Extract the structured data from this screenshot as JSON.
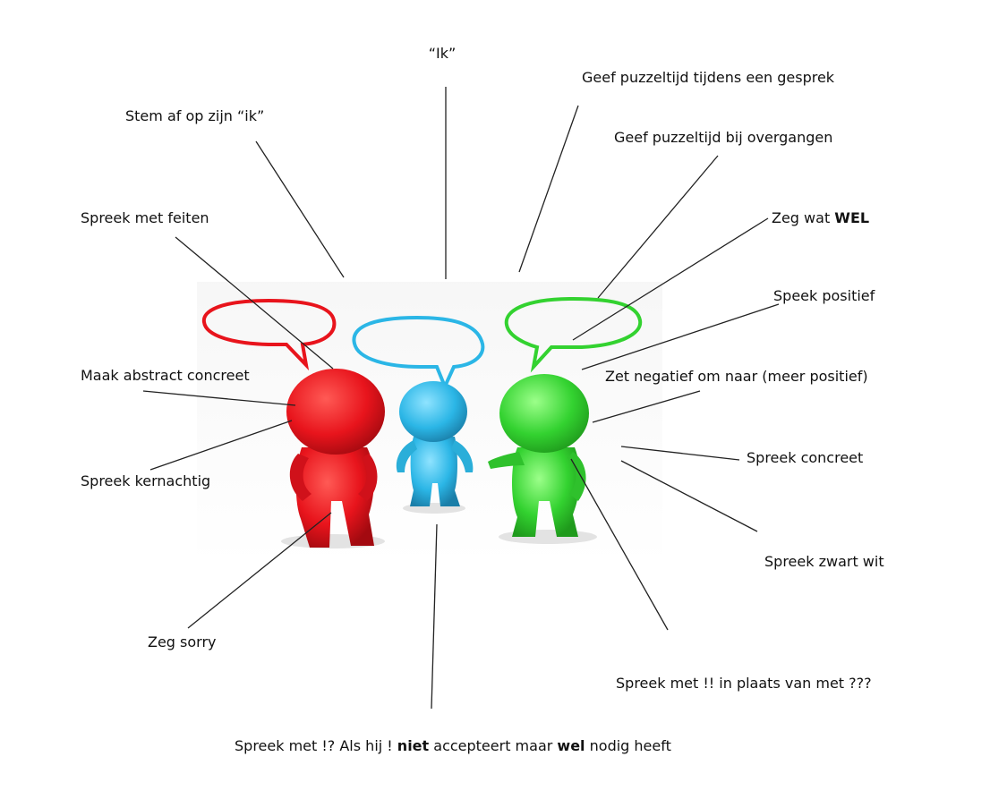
{
  "labels": {
    "ik": "“Ik”",
    "stem_af": "Stem af op zijn “ik”",
    "spreek_feiten": "Spreek met feiten",
    "abstract_concreet": "Maak abstract concreet",
    "kernachtig": "Spreek kernachtig",
    "sorry": "Zeg sorry",
    "puzzeltijd_gesprek": "Geef puzzeltijd tijdens een gesprek",
    "puzzeltijd_overgangen": "Geef puzzeltijd bij overgangen",
    "zeg_wat_pre": "Zeg wat ",
    "zeg_wat_bold": "WEL",
    "positief": "Speek positief",
    "negatief_om": "Zet negatief om naar (meer positief)",
    "spreek_concreet": "Spreek concreet",
    "zwart_wit": "Spreek zwart wit",
    "uitroep": "Spreek met !! in plaats van met ???",
    "bottom_1": "Spreek met !? Als hij ! ",
    "bottom_bold_1": "niet",
    "bottom_2": " accepteert maar ",
    "bottom_bold_2": "wel",
    "bottom_3": " nodig heeft"
  },
  "colors": {
    "red": "#e8141c",
    "blue": "#2bb6e6",
    "green": "#33d230",
    "line": "#222222"
  },
  "icons": [
    "red-person-icon",
    "blue-person-icon",
    "green-person-icon",
    "speech-bubble-icon"
  ]
}
